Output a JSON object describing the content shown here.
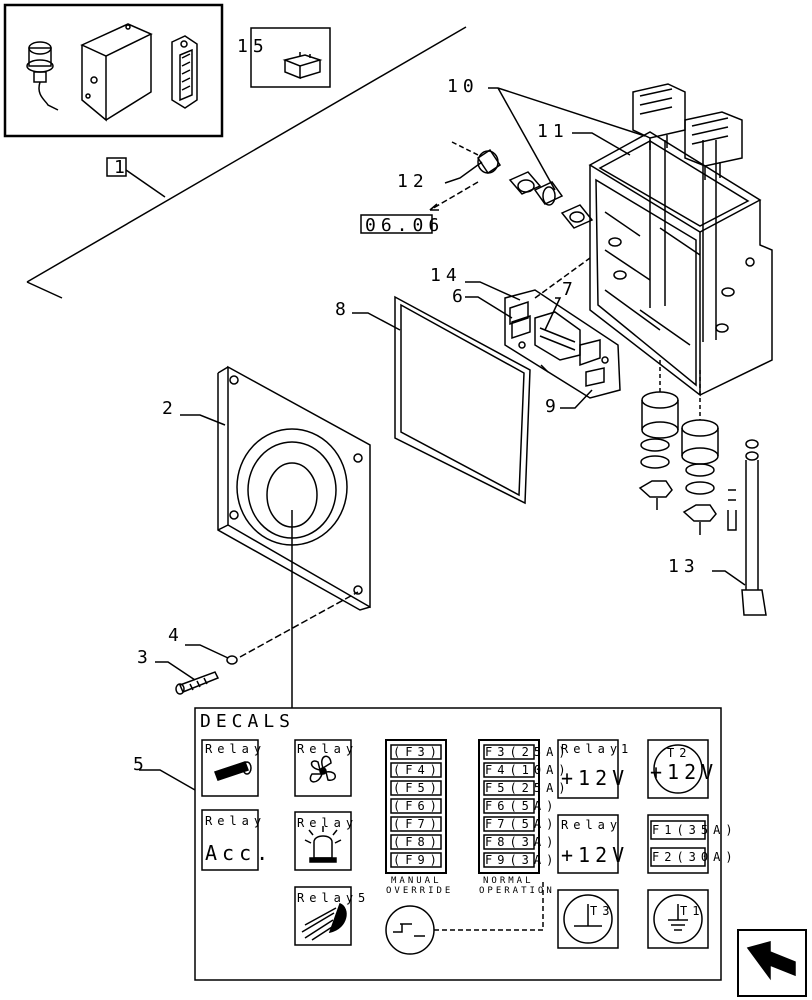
{
  "callouts": {
    "c1": "1",
    "c2": "2",
    "c3": "3",
    "c4": "4",
    "c5": "5",
    "c6": "6",
    "c7": "7",
    "c8": "8",
    "c9": "9",
    "c10": "10",
    "c11": "11",
    "c12": "12",
    "c13": "13",
    "c14": "14",
    "c15": "15"
  },
  "reference": "06.06",
  "decals": {
    "title": "DECALS",
    "relay_word": "Relay",
    "relay1": "1",
    "relay5": "5",
    "acc": "Acc.",
    "fuses_left": [
      "(F3)",
      "(F4)",
      "(F5)",
      "(F6)",
      "(F7)",
      "(F8)",
      "(F9)"
    ],
    "fuses_right": [
      "F3(25A)",
      "F4(10A)",
      "F5(25A)",
      "F6(5A)",
      "F7(5A)",
      "F8(3A)",
      "F9(3A)"
    ],
    "manual_override_1": "MANUAL",
    "manual_override_2": "OVERRIDE",
    "normal_operation_1": "NORMAL",
    "normal_operation_2": "OPERATION",
    "plus12v": "+12V",
    "t2": "T2",
    "t3": "T3",
    "t1": "T1",
    "f1": "F1(35A)",
    "f2": "F2(30A)"
  }
}
